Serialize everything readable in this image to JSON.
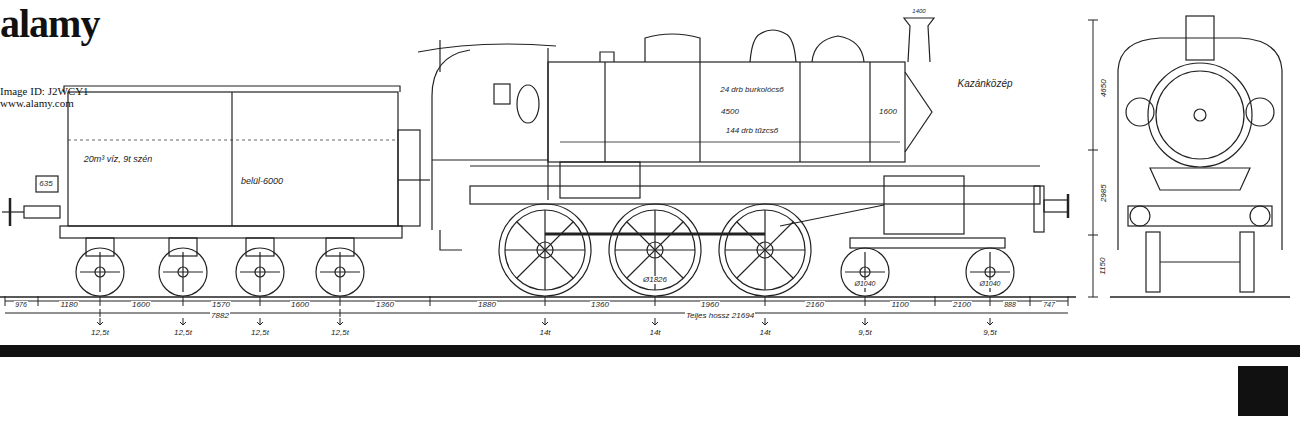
{
  "diagram": {
    "labels": [
      "20m³ víz, 9t szén",
      "belül-6000",
      "635",
      "24 drb burkolócső",
      "4500",
      "144 drb tűzcső",
      "1600",
      "1400",
      "Kazánközép",
      "4650",
      "2985",
      "1150",
      "Ø1826",
      "Ø1040",
      "Ø1040",
      "976",
      "1180",
      "1600",
      "1570",
      "1600",
      "1360",
      "1880",
      "1360",
      "1960",
      "2160",
      "1100",
      "2100",
      "888",
      "747",
      "7882",
      "Teljes hossz 21694",
      "12,5t",
      "12,5t",
      "12,5t",
      "12,5t",
      "14t",
      "14t",
      "14t",
      "9,5t",
      "9,5t",
      "alamy",
      "a",
      "Image ID: J2WCY1",
      "www.alamy.com"
    ]
  }
}
